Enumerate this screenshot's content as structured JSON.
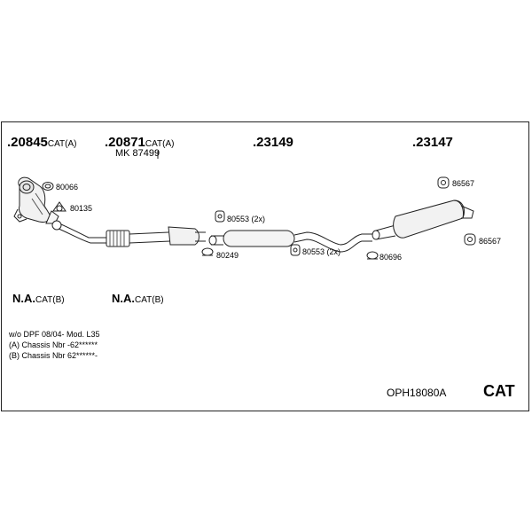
{
  "parts": {
    "p20845": {
      "number": ".20845",
      "suffix": "CAT(A)"
    },
    "p20871": {
      "number": ".20871",
      "suffix": "CAT(A)",
      "sub": "MK 87499"
    },
    "p23149": {
      "number": ".23149"
    },
    "p23147": {
      "number": ".23147"
    }
  },
  "callouts": {
    "c80066": "80066",
    "c80135": "80135",
    "c80553a": "80553 (2x)",
    "c80249": "80249",
    "c80553b": "80553 (2x)",
    "c80696": "80696",
    "c86567a": "86567",
    "c86567b": "86567"
  },
  "na": {
    "left": {
      "prefix": "N.A.",
      "suffix": "CAT(B)"
    },
    "right": {
      "prefix": "N.A.",
      "suffix": "CAT(B)"
    }
  },
  "notes": {
    "line1": "w/o DPF  08/04-   Mod. L35",
    "line2": "(A) Chassis Nbr -62******",
    "line3": "(B) Chassis Nbr 62******-"
  },
  "footer": {
    "code": "OPH18080A",
    "cat": "CAT"
  }
}
